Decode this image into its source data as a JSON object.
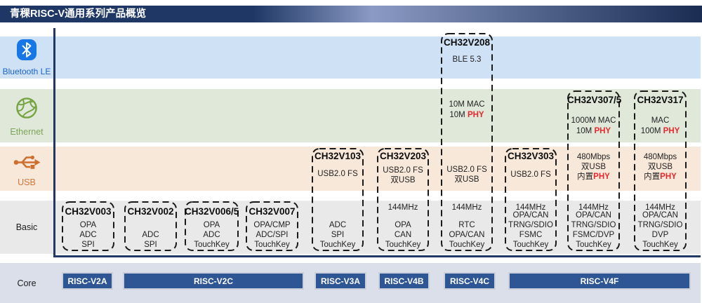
{
  "header": {
    "title": "青稞RISC-V通用系列产品概览"
  },
  "rail": [
    {
      "label": "Bluetooth LE",
      "icon": "bluetooth-icon"
    },
    {
      "label": "Ethernet",
      "icon": "ethernet-icon"
    },
    {
      "label": "USB",
      "icon": "usb-icon"
    },
    {
      "label": "Basic"
    },
    {
      "label": "Core"
    }
  ],
  "products": [
    {
      "name": "CH32V003",
      "basic": [
        "OPA",
        "ADC",
        "SPI"
      ]
    },
    {
      "name": "CH32V002",
      "basic": [
        "ADC",
        "SPI"
      ]
    },
    {
      "name": "CH32V006/5",
      "basic": [
        "OPA",
        "ADC",
        "TouchKey"
      ]
    },
    {
      "name": "CH32V007",
      "basic": [
        "OPA/CMP",
        "ADC/SPI",
        "TouchKey"
      ]
    },
    {
      "name": "CH32V103",
      "usb": {
        "l1": "USB2.0 FS"
      },
      "basic": [
        "ADC",
        "SPI",
        "TouchKey"
      ]
    },
    {
      "name": "CH32V203",
      "usb": {
        "l1": "USB2.0 FS",
        "l2": "双USB"
      },
      "freq": "144MHz",
      "basic": [
        "OPA",
        "CAN",
        "TouchKey"
      ]
    },
    {
      "name": "CH32V208",
      "ble": "BLE 5.3",
      "eth": {
        "l1": "10M MAC",
        "l2_pre": "10M ",
        "l2_red": "PHY"
      },
      "usb": {
        "l1": "USB2.0 FS",
        "l2": "双USB"
      },
      "freq": "144MHz",
      "basic": [
        "RTC",
        "OPA/CAN",
        "TouchKey"
      ]
    },
    {
      "name": "CH32V303",
      "usb": {
        "l1": "USB2.0 FS"
      },
      "freq": "144MHz",
      "basic": [
        "OPA/CAN",
        "TRNG/SDIO",
        "FSMC",
        "TouchKey"
      ]
    },
    {
      "name": "CH32V307/5",
      "eth": {
        "l1": "1000M MAC",
        "l2_pre": "10M ",
        "l2_red": "PHY"
      },
      "usb": {
        "l1": "480Mbps",
        "l2": "双USB",
        "l3_pre": "内置",
        "l3_red": "PHY"
      },
      "freq": "144MHz",
      "basic": [
        "OPA/CAN",
        "TRNG/SDIO",
        "FSMC/DVP",
        "TouchKey"
      ]
    },
    {
      "name": "CH32V317",
      "eth": {
        "l1": "MAC",
        "l2_pre": "100M ",
        "l2_red": "PHY"
      },
      "usb": {
        "l1": "480Mbps",
        "l2": "双USB",
        "l3_pre": "内置",
        "l3_red": "PHY"
      },
      "freq": "144MHz",
      "basic": [
        "OPA/CAN",
        "TRNG/SDIO",
        "DVP",
        "TouchKey"
      ]
    }
  ],
  "cores": [
    {
      "label": "RISC-V2A"
    },
    {
      "label": "RISC-V2C"
    },
    {
      "label": "RISC-V3A"
    },
    {
      "label": "RISC-V4B"
    },
    {
      "label": "RISC-V4C"
    },
    {
      "label": "RISC-V4F"
    }
  ],
  "colors": {
    "header_navy": "#1e3765",
    "band_bluetooth": "#cfe1f4",
    "band_ethernet": "#dfe8d9",
    "band_usb": "#f8e8d9",
    "band_basic": "#e9e9e9",
    "band_core": "#dadfe9",
    "axis_navy": "#1f3864",
    "core_button_blue": "#2e5594",
    "phy_red": "#e8282c",
    "bluetooth_blue": "#1877e6",
    "ethernet_green": "#76a442",
    "usb_orange": "#cf6f2e"
  }
}
